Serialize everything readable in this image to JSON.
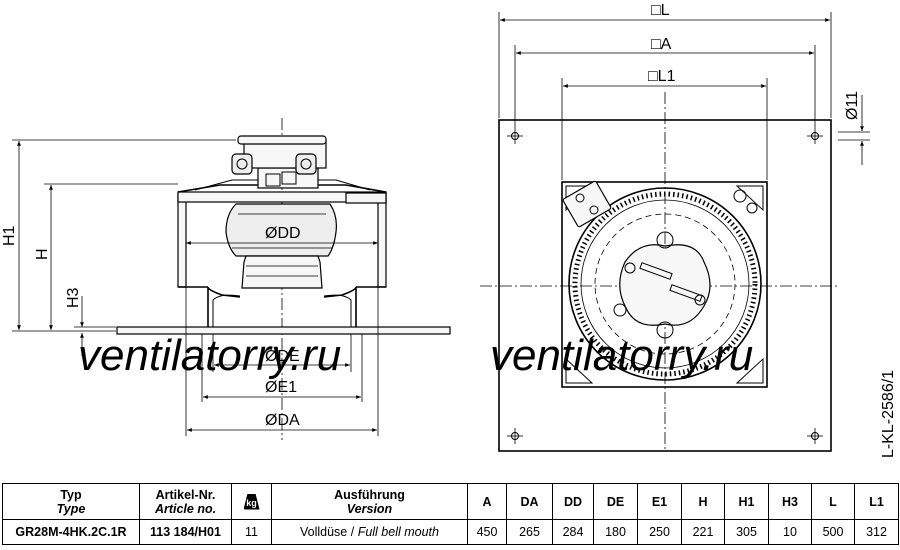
{
  "watermark": "ventilatorry.ru",
  "drawing_code": "L-KL-2586/1",
  "dimension_labels": {
    "L": "□L",
    "A": "□A",
    "L1": "□L1",
    "d11": "Ø11",
    "H1": "H1",
    "H": "H",
    "H3": "H3",
    "DD": "ØDD",
    "DE": "ØDE",
    "E1": "ØE1",
    "DA": "ØDA"
  },
  "table": {
    "headers": [
      {
        "de": "Typ",
        "en": "Type"
      },
      {
        "de": "Artikel-Nr.",
        "en": "Article no."
      },
      {
        "icon": "weight-kg-icon",
        "text": "kg"
      },
      {
        "de": "Ausführung",
        "en": "Version"
      },
      {
        "de": "A"
      },
      {
        "de": "DA"
      },
      {
        "de": "DD"
      },
      {
        "de": "DE"
      },
      {
        "de": "E1"
      },
      {
        "de": "H"
      },
      {
        "de": "H1"
      },
      {
        "de": "H3"
      },
      {
        "de": "L"
      },
      {
        "de": "L1"
      }
    ],
    "row": {
      "type": "GR28M-4HK.2C.1R",
      "article": "113 184/H01",
      "weight": "11",
      "version_de": "Volldüse / ",
      "version_en": "Full bell mouth",
      "A": "450",
      "DA": "265",
      "DD": "284",
      "DE": "180",
      "E1": "250",
      "H": "221",
      "H1": "305",
      "H3": "10",
      "L": "500",
      "L1": "312"
    }
  }
}
